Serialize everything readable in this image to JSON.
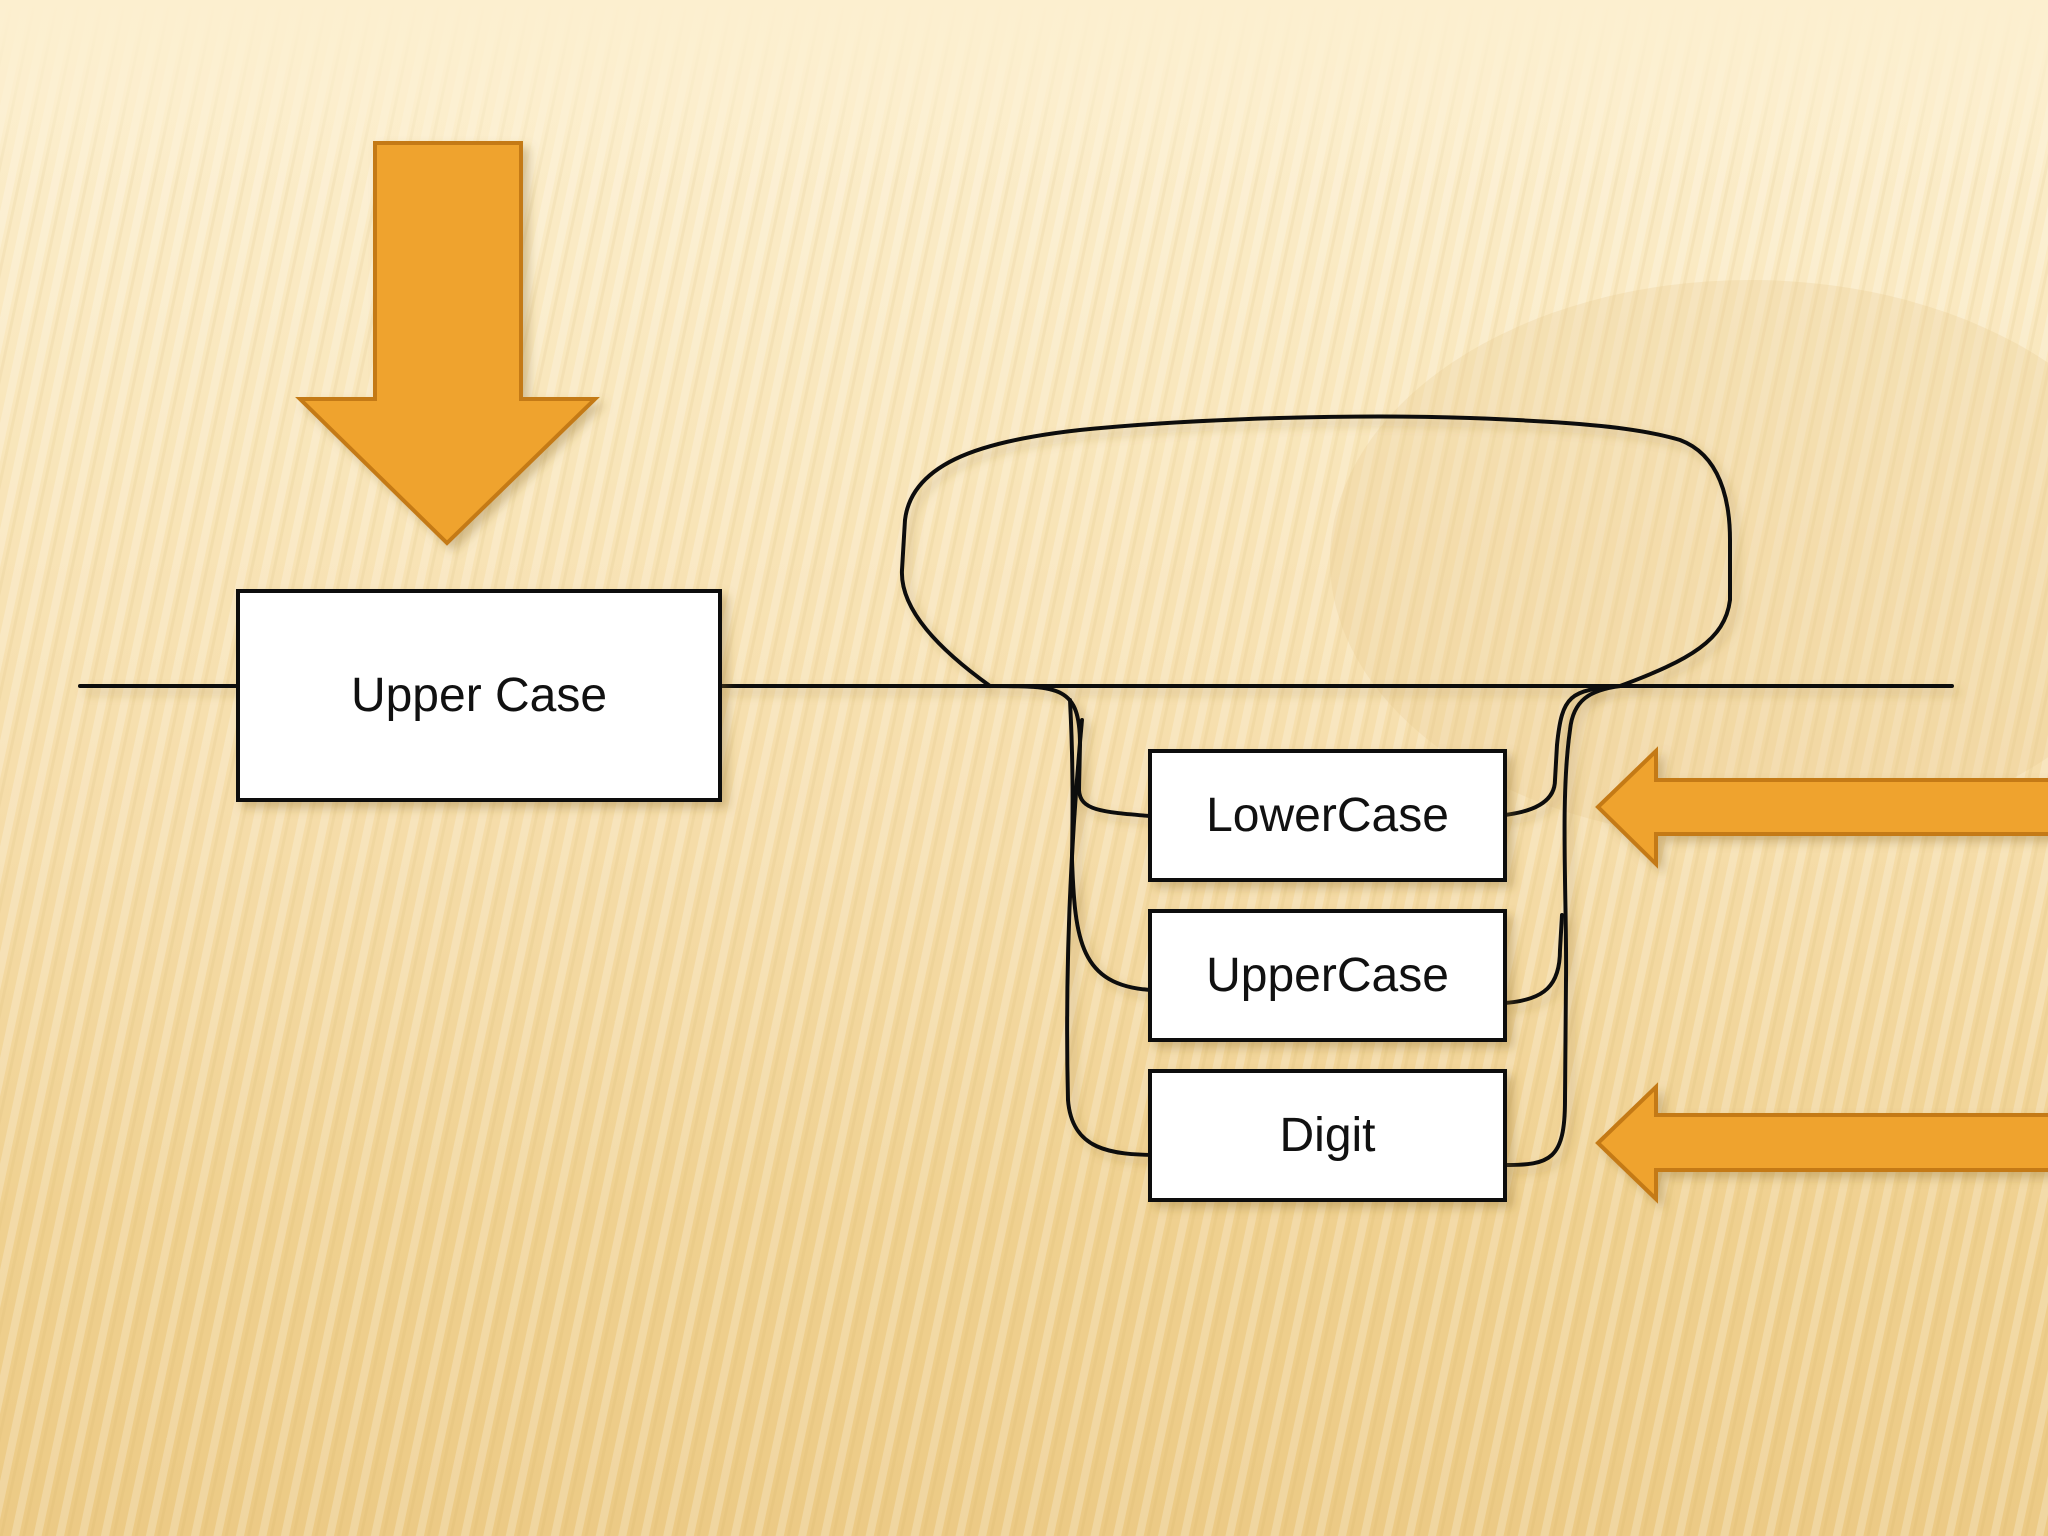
{
  "diagram": {
    "main_box": {
      "label": "Upper Case"
    },
    "choice_boxes": [
      {
        "label": "LowerCase"
      },
      {
        "label": "UpperCase"
      },
      {
        "label": "Digit"
      }
    ]
  },
  "colors": {
    "arrow_fill": "#efa32e",
    "arrow_stroke": "#c47a14",
    "line": "#111111",
    "box_fill": "#ffffff"
  },
  "icons": {
    "down_arrow": "down-arrow-icon",
    "left_arrow": "left-arrow-icon"
  }
}
